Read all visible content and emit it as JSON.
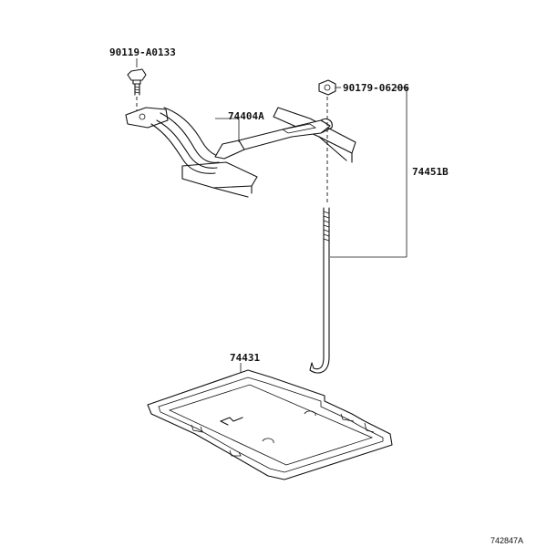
{
  "labels": {
    "bolt": "90119-A0133",
    "nut": "90179-06206",
    "clamp": "74404A",
    "rod_assy": "74451B",
    "tray": "74431"
  },
  "figure_ref": "742847A",
  "icons": [
    "bolt-icon",
    "nut-icon",
    "battery-clamp-part",
    "clamp-rod-part",
    "battery-tray-part",
    "mount-bracket-part"
  ]
}
